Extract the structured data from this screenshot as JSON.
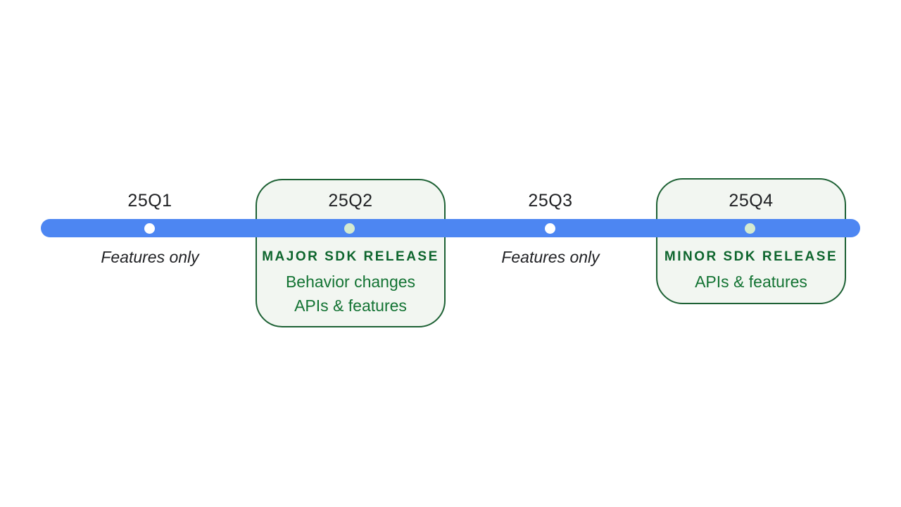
{
  "slide": {
    "description": "Quarterly SDK release timeline",
    "background": "#ffffff"
  },
  "colors": {
    "timeline_bar": "#4d86f2",
    "box_background": "#f2f6f1",
    "box_border": "#1d6134",
    "heading_green": "#0d652d",
    "body_green": "#137333",
    "label_dark": "#202124",
    "dot_plain": "#ffffff",
    "dot_boxed": "#d5ead0"
  },
  "timeline": {
    "quarters": [
      {
        "label": "25Q1",
        "type": "plain",
        "note": "Features only"
      },
      {
        "label": "25Q2",
        "type": "boxed",
        "heading": "MAJOR SDK RELEASE",
        "items": [
          "Behavior changes",
          "APIs & features"
        ]
      },
      {
        "label": "25Q3",
        "type": "plain",
        "note": "Features only"
      },
      {
        "label": "25Q4",
        "type": "boxed",
        "heading": "MINOR SDK RELEASE",
        "items": [
          "APIs & features"
        ]
      }
    ]
  }
}
